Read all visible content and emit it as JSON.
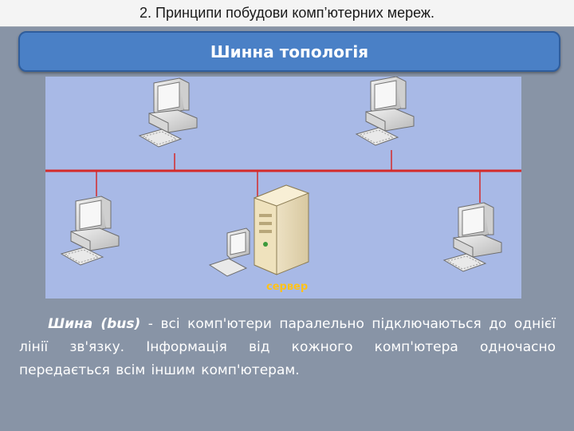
{
  "header": {
    "title": "2. Принципи побудови комп’ютерних мереж."
  },
  "banner": {
    "title": "Шинна топологія"
  },
  "diagram": {
    "server_label": "сервер",
    "bus_color": "#d42a2a",
    "icons": [
      "workstation-top-left",
      "workstation-top-right",
      "workstation-bottom-left",
      "workstation-bottom-right",
      "server"
    ]
  },
  "body": {
    "indent": "    ",
    "term": "Шина (bus)",
    "text": " - всі комп'ютери паралельно підключаються до однієї лінії зв'язку. Інформація від кожного комп'ютера одночасно передається всім іншим комп'ютерам."
  }
}
